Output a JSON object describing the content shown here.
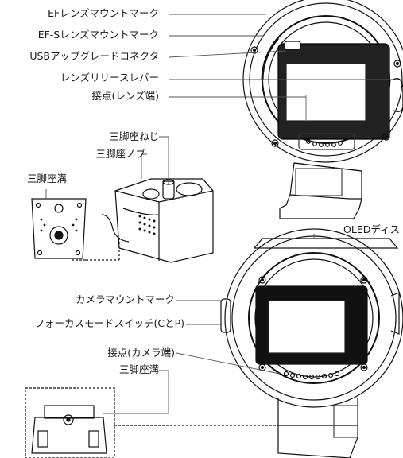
{
  "labels": {
    "ef_mark": "EFレンズマウントマーク",
    "efs_mark": "EF-Sレンズマウントマーク",
    "usb": "USBアップグレードコネクタ",
    "release": "レンズリリースレバー",
    "contacts_lens": "接点(レンズ端)",
    "tripod_screw": "三脚座ねじ",
    "tripod_knob": "三脚座ノブ",
    "tripod_groove_1": "三脚座溝",
    "oled": "OLEDディス",
    "camera_mark": "カメラマウントマーク",
    "focus_switch": "フォーカスモードスイッチ(CとP)",
    "contacts_camera": "接点(カメラ端)",
    "tripod_groove_2": "三脚座溝"
  }
}
